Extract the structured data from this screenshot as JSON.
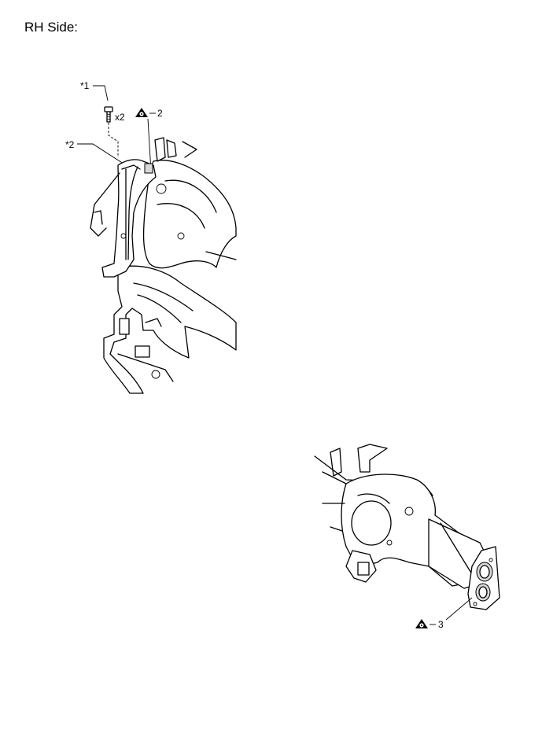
{
  "page": {
    "heading": "RH Side:"
  },
  "upper_figure": {
    "callout_bolt": "*1",
    "bolt_qty": "x2",
    "callout_brace": "*2",
    "step_ref": "2"
  },
  "lower_figure": {
    "step_ref": "3"
  },
  "icons": {
    "step_marker": "triangle-dot-icon",
    "bolt": "bolt-icon"
  }
}
